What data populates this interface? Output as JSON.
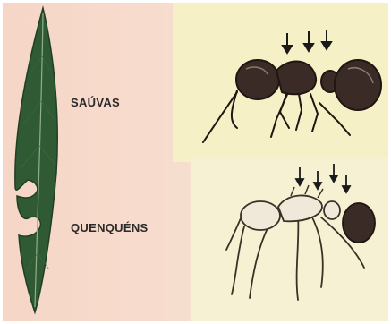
{
  "labels": {
    "top": "SAÚVAS",
    "bottom": "QUENQUÉNS"
  },
  "colors": {
    "leaf": "#2f5a33",
    "leaf_edge": "#203f25",
    "leaf_midrib": "#8fb08a",
    "ant_dark": "#3b2b26",
    "ant_outline": "#1f1512",
    "ant_light": "#f0e8d8",
    "ant_light_outline": "#3a3026",
    "arrow": "#1a1a1a"
  },
  "icons": [
    "leaf-illustration",
    "ant-sauva-illustration",
    "ant-quenquem-illustration",
    "arrow-down-icon"
  ]
}
